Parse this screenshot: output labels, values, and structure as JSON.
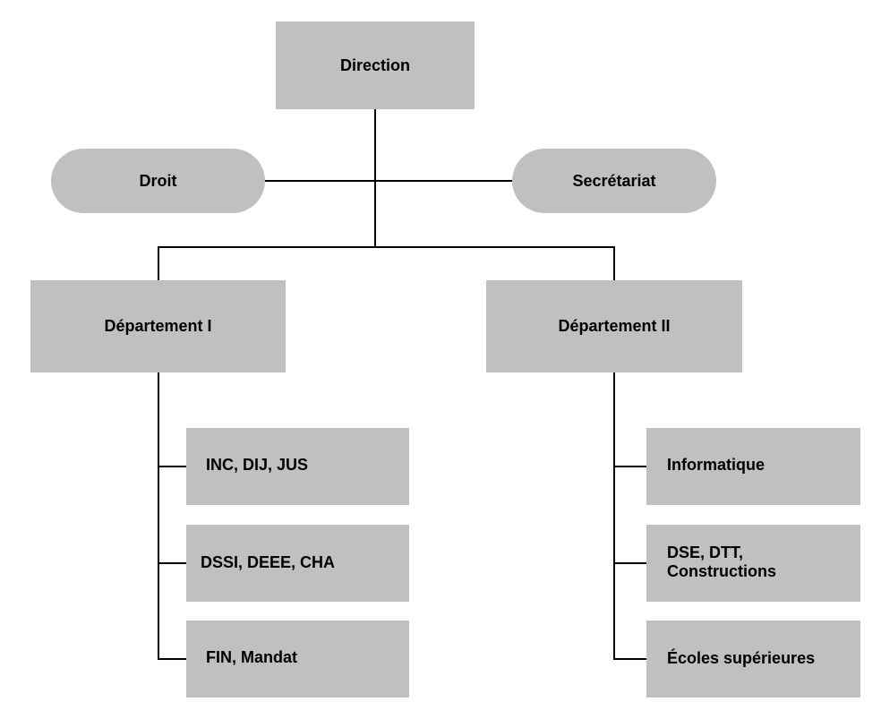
{
  "chart": {
    "title": "Organigramme",
    "root": {
      "label": "Direction"
    },
    "staff": [
      {
        "label": "Droit"
      },
      {
        "label": "Secrétariat"
      }
    ],
    "departments": [
      {
        "label": "Département I",
        "units": [
          {
            "label": "INC, DIJ, JUS"
          },
          {
            "label": "DSSI, DEEE, CHA"
          },
          {
            "label": "FIN, Mandat"
          }
        ]
      },
      {
        "label": "Département II",
        "units": [
          {
            "label": "Informatique"
          },
          {
            "label": "DSE, DTT,\nConstructions"
          },
          {
            "label": "Écoles supérieures"
          }
        ]
      }
    ],
    "colors": {
      "box_fill": "#c0c0c0",
      "line": "#000000",
      "text": "#000000"
    }
  }
}
